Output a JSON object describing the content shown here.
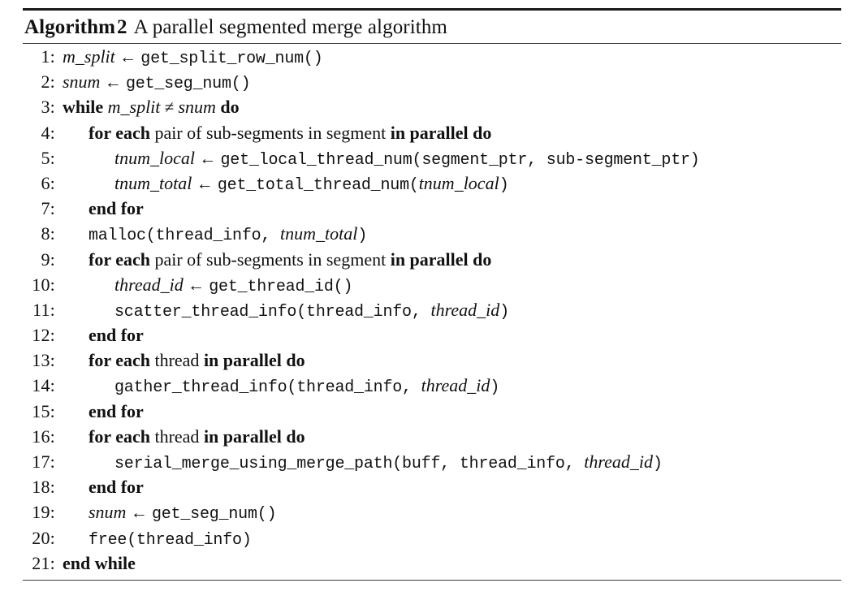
{
  "document": {
    "kind": "algorithm-pseudocode-float",
    "title": {
      "keyword": "Algorithm",
      "number": "2",
      "caption": "A parallel segmented merge algorithm"
    },
    "rules": {
      "top": "thick",
      "below_title": "thin",
      "bottom": "thin"
    },
    "colors": {
      "text": "#111111",
      "rule": "#1a1a1a",
      "background": "#ffffff"
    }
  },
  "lines": [
    {
      "number": "1:",
      "indent": 0,
      "tokens": [
        {
          "style": "it",
          "text": "m_split"
        },
        {
          "style": "op",
          "text": " ← "
        },
        {
          "style": "tt",
          "text": "get_split_row_num()"
        }
      ]
    },
    {
      "number": "2:",
      "indent": 0,
      "tokens": [
        {
          "style": "it",
          "text": "snum"
        },
        {
          "style": "op",
          "text": " ← "
        },
        {
          "style": "tt",
          "text": "get_seg_num()"
        }
      ]
    },
    {
      "number": "3:",
      "indent": 0,
      "tokens": [
        {
          "style": "kw",
          "text": "while "
        },
        {
          "style": "it",
          "text": "m_split"
        },
        {
          "style": "op",
          "text": " ≠ "
        },
        {
          "style": "it",
          "text": "snum"
        },
        {
          "style": "kw",
          "text": " do"
        }
      ]
    },
    {
      "number": "4:",
      "indent": 1,
      "tokens": [
        {
          "style": "kw",
          "text": "for each"
        },
        {
          "style": "rm",
          "text": " pair of sub-segments in segment "
        },
        {
          "style": "kw",
          "text": "in parallel do"
        }
      ]
    },
    {
      "number": "5:",
      "indent": 2,
      "tokens": [
        {
          "style": "it",
          "text": "tnum_local"
        },
        {
          "style": "op",
          "text": " ← "
        },
        {
          "style": "tt",
          "text": "get_local_thread_num(segment_ptr, sub-segment_ptr)"
        }
      ]
    },
    {
      "number": "6:",
      "indent": 2,
      "tokens": [
        {
          "style": "it",
          "text": "tnum_total"
        },
        {
          "style": "op",
          "text": " ← "
        },
        {
          "style": "tt",
          "text": "get_total_thread_num("
        },
        {
          "style": "it",
          "text": "tnum_local"
        },
        {
          "style": "tt",
          "text": ")"
        }
      ]
    },
    {
      "number": "7:",
      "indent": 1,
      "tokens": [
        {
          "style": "kw",
          "text": "end for"
        }
      ]
    },
    {
      "number": "8:",
      "indent": 1,
      "tokens": [
        {
          "style": "tt",
          "text": "malloc(thread_info, "
        },
        {
          "style": "it",
          "text": "tnum_total"
        },
        {
          "style": "tt",
          "text": ")"
        }
      ]
    },
    {
      "number": "9:",
      "indent": 1,
      "tokens": [
        {
          "style": "kw",
          "text": "for each"
        },
        {
          "style": "rm",
          "text": " pair of sub-segments in segment "
        },
        {
          "style": "kw",
          "text": "in parallel do"
        }
      ]
    },
    {
      "number": "10:",
      "indent": 2,
      "tokens": [
        {
          "style": "it",
          "text": "thread_id"
        },
        {
          "style": "op",
          "text": " ← "
        },
        {
          "style": "tt",
          "text": "get_thread_id()"
        }
      ]
    },
    {
      "number": "11:",
      "indent": 2,
      "tokens": [
        {
          "style": "tt",
          "text": "scatter_thread_info(thread_info, "
        },
        {
          "style": "it",
          "text": "thread_id"
        },
        {
          "style": "tt",
          "text": ")"
        }
      ]
    },
    {
      "number": "12:",
      "indent": 1,
      "tokens": [
        {
          "style": "kw",
          "text": "end for"
        }
      ]
    },
    {
      "number": "13:",
      "indent": 1,
      "tokens": [
        {
          "style": "kw",
          "text": "for each"
        },
        {
          "style": "rm",
          "text": " thread "
        },
        {
          "style": "kw",
          "text": "in parallel do"
        }
      ]
    },
    {
      "number": "14:",
      "indent": 2,
      "tokens": [
        {
          "style": "tt",
          "text": "gather_thread_info(thread_info, "
        },
        {
          "style": "it",
          "text": "thread_id"
        },
        {
          "style": "tt",
          "text": ")"
        }
      ]
    },
    {
      "number": "15:",
      "indent": 1,
      "tokens": [
        {
          "style": "kw",
          "text": "end for"
        }
      ]
    },
    {
      "number": "16:",
      "indent": 1,
      "tokens": [
        {
          "style": "kw",
          "text": "for each"
        },
        {
          "style": "rm",
          "text": " thread "
        },
        {
          "style": "kw",
          "text": "in parallel do"
        }
      ]
    },
    {
      "number": "17:",
      "indent": 2,
      "tokens": [
        {
          "style": "tt",
          "text": "serial_merge_using_merge_path(buff, thread_info, "
        },
        {
          "style": "it",
          "text": "thread_id"
        },
        {
          "style": "tt",
          "text": ")"
        }
      ]
    },
    {
      "number": "18:",
      "indent": 1,
      "tokens": [
        {
          "style": "kw",
          "text": "end for"
        }
      ]
    },
    {
      "number": "19:",
      "indent": 1,
      "tokens": [
        {
          "style": "it",
          "text": "snum"
        },
        {
          "style": "op",
          "text": " ← "
        },
        {
          "style": "tt",
          "text": "get_seg_num()"
        }
      ]
    },
    {
      "number": "20:",
      "indent": 1,
      "tokens": [
        {
          "style": "tt",
          "text": "free(thread_info)"
        }
      ]
    },
    {
      "number": "21:",
      "indent": 0,
      "tokens": [
        {
          "style": "kw",
          "text": "end while"
        }
      ]
    }
  ]
}
